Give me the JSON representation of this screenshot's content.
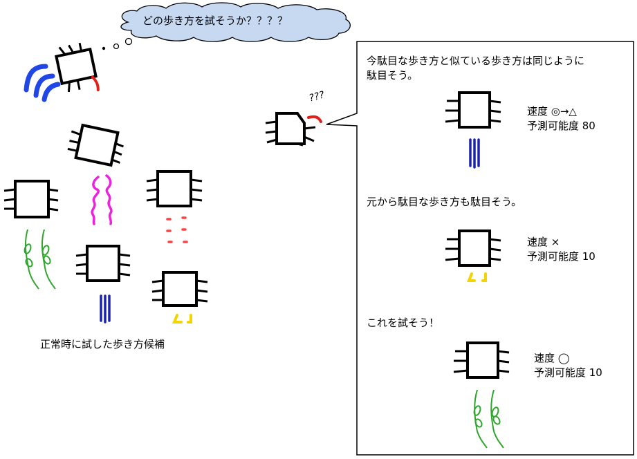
{
  "thought": "どの歩き方を試そうか？？？？",
  "confused_marks": "???",
  "left_caption": "正常時に試した歩き方候補",
  "panel": {
    "line1": "今駄目な歩き方と似ている歩き方は同じように",
    "line2": "駄目そう。",
    "section1": {
      "speed": "速度 ◎→△",
      "predictability": "予測可能度 80"
    },
    "note2": "元から駄目な歩き方も駄目そう。",
    "section2": {
      "speed": "速度 ×",
      "predictability": "予測可能度 10"
    },
    "note3": "これを試そう！",
    "section3": {
      "speed": "速度 ◯",
      "predictability": "予測可能度 10"
    }
  },
  "colors": {
    "cloud_fill": "#c6d9f1",
    "blue_wave": "#2046e8",
    "red": "#e0201a",
    "magenta": "#ee22dd",
    "navy": "#1a22a8",
    "green": "#2ea62e",
    "yellow": "#f4d400",
    "dots_red": "#ff4040"
  }
}
